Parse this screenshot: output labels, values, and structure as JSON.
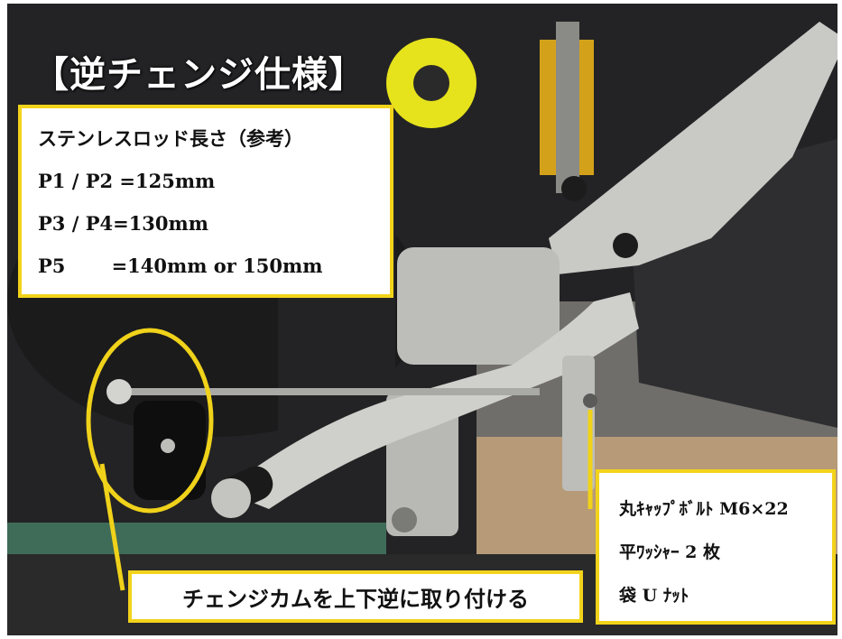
{
  "title": "【逆チェンジ仕様】",
  "rod_spec": {
    "heading": "ステンレスロッド長さ（参考）",
    "rows": [
      "P1 / P2 =125mm",
      "P3 / P4=130mm",
      "P5       =140mm or 150mm"
    ]
  },
  "bolt_spec": {
    "rows": [
      "丸ｷｬｯﾌﾟﾎﾞﾙﾄ M6×22",
      "平ﾜｯｼｬｰ 2 枚",
      "袋 U ﾅｯﾄ"
    ]
  },
  "cam_note": "チェンジカムを上下逆に取り付ける",
  "colors": {
    "callout_border": "#f2d31b",
    "annotation_ellipse": "#f0d21a",
    "label_text": "#111111",
    "title_text": "#ffffff"
  }
}
